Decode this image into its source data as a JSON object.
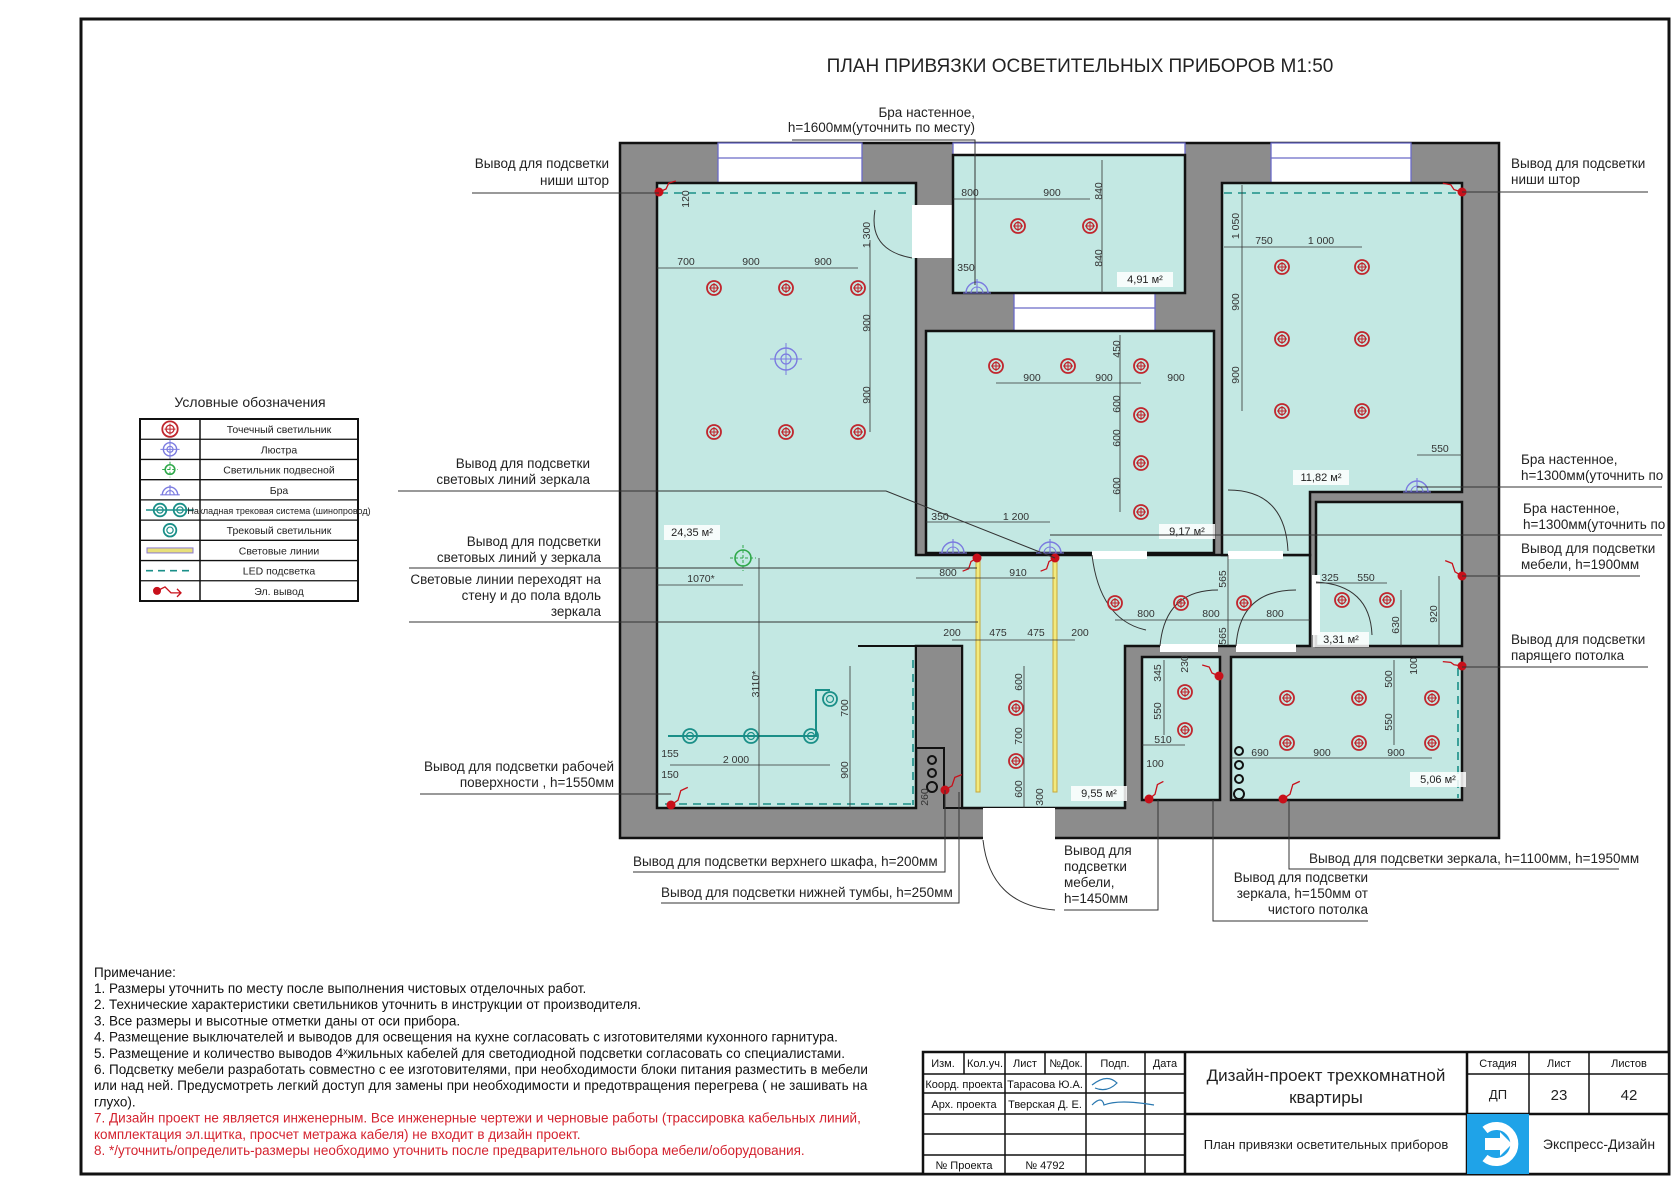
{
  "title": "ПЛАН ПРИВЯЗКИ ОСВЕТИТЕЛЬНЫХ ПРИБОРОВ М1:50",
  "colors": {
    "room": "#c3e8e3",
    "wall": "#8c8c8c",
    "spot": "#c0262d",
    "chandelier": "#7b7be0",
    "pendant": "#2fa84a",
    "track": "#1a8f88",
    "light_line": "#e8e07a",
    "outlet": "#c8101a",
    "logo": "#1fa3e8",
    "note_red": "#d4232f"
  },
  "legend": {
    "title": "Условные обозначения",
    "items": [
      {
        "icon": "spotlight-icon",
        "label": "Точечный светильник"
      },
      {
        "icon": "chandelier-icon",
        "label": "Люстра"
      },
      {
        "icon": "pendant-lamp-icon",
        "label": "Светильник подвесной"
      },
      {
        "icon": "wall-sconce-icon",
        "label": "Бра"
      },
      {
        "icon": "track-system-icon",
        "label": "Накладная трековая система (шинопровод)"
      },
      {
        "icon": "track-light-icon",
        "label": "Трековый светильник"
      },
      {
        "icon": "light-line-icon",
        "label": "Световые линии"
      },
      {
        "icon": "led-strip-icon",
        "label": "LED подсветка"
      },
      {
        "icon": "electric-outlet-icon",
        "label": "Эл. вывод"
      }
    ]
  },
  "callouts": [
    {
      "lines": [
        "Вывод для подсветки",
        "ниши штор"
      ]
    },
    {
      "lines": [
        "Бра настенное,",
        "h=1600мм(уточнить по месту)"
      ]
    },
    {
      "lines": [
        "Вывод для подсветки",
        "ниши штор"
      ]
    },
    {
      "lines": [
        "Бра настенное,",
        "h=1300мм(уточнить по"
      ]
    },
    {
      "lines": [
        "Бра настенное,",
        "h=1300мм(уточнить по"
      ]
    },
    {
      "lines": [
        "Вывод для подсветки",
        "мебели, h=1900мм"
      ]
    },
    {
      "lines": [
        "Вывод для подсветки",
        "парящего потолка"
      ]
    },
    {
      "lines": [
        "Вывод для подсветки",
        "световых линий зеркала"
      ]
    },
    {
      "lines": [
        "Вывод для подсветки",
        "световых линий у зеркала"
      ]
    },
    {
      "lines": [
        "Световые линии переходят на",
        "стену и до пола вдоль",
        "зеркала"
      ]
    },
    {
      "lines": [
        "Вывод для подсветки рабочей",
        "поверхности , h=1550мм"
      ]
    },
    {
      "lines": [
        "Вывод для подсветки верхнего шкафа, h=200мм"
      ]
    },
    {
      "lines": [
        "Вывод для подсветки нижней тумбы, h=250мм"
      ]
    },
    {
      "lines": [
        "Вывод для",
        "подсветки",
        "мебели,",
        "h=1450мм"
      ]
    },
    {
      "lines": [
        "Вывод для подсветки",
        "зеркала, h=150мм от",
        "чистого потолка"
      ]
    },
    {
      "lines": [
        "Вывод для подсветки зеркала, h=1100мм, h=1950мм"
      ]
    }
  ],
  "dims": [
    "120",
    "1 300",
    "700",
    "900",
    "900",
    "900",
    "900",
    "1070*",
    "3110*",
    "155",
    "150",
    "2 000",
    "700",
    "900",
    "800",
    "900",
    "840",
    "840",
    "350",
    "450",
    "900",
    "900",
    "900",
    "600",
    "600",
    "600",
    "350",
    "1 200",
    "1 050",
    "750",
    "1 000",
    "900",
    "900",
    "550",
    "800",
    "910",
    "200",
    "475",
    "475",
    "200",
    "800",
    "800",
    "800",
    "565",
    "565",
    "600",
    "700",
    "600",
    "300",
    "260",
    "325",
    "550",
    "630",
    "920",
    "345",
    "230",
    "550",
    "510",
    "100",
    "100",
    "500",
    "550",
    "690",
    "900",
    "900"
  ],
  "areas": [
    "24,35 м²",
    "4,91 м²",
    "9,17 м²",
    "11,82 м²",
    "9,55 м²",
    "3,31 м²",
    "5,06 м²"
  ],
  "notes": {
    "heading": "Примечание:",
    "lines": [
      "1. Размеры уточнить по месту после выполнения чистовых отделочных работ.",
      "2. Технические характеристики светильников уточнить в инструкции от производителя.",
      "3. Все размеры и высотные отметки даны от оси прибора.",
      "4. Размещение выключателей и выводов для освещения на кухне согласовать с изготовителями кухонного гарнитура.",
      "5. Размещение и количество выводов 4ˣжильных кабелей для светодиодной подсветки согласовать со специалистами.",
      "6. Подсветку мебели разработать совместно с ее изготовителями, при необходимости блоки питания разместить в мебели",
      "или над ней. Предусмотреть легкий доступ для замены при необходимости и предотвращения перегрева ( не зашивать на",
      "глухо).",
      "7. Дизайн проект не является инженерным. Все инженерные чертежи и черновые работы (трассировка кабельных линий,",
      "комплектация эл.щитка, просчет метража кабеля) не входит в дизайн проект.",
      "8. */уточнить/определить-размеры необходимо уточнить после предварительного выбора мебели/оборудования."
    ]
  },
  "title_block": {
    "headers": [
      "Изм.",
      "Кол.уч.",
      "Лист",
      "№Док.",
      "Подп.",
      "Дата"
    ],
    "rows": [
      {
        "role": "Коорд. проекта",
        "name": "Тарасова Ю.А."
      },
      {
        "role": "Арх. проекта",
        "name": "Тверская Д. Е."
      }
    ],
    "project_label": "№ Проекта",
    "project_number": "№ 4792",
    "project_title": [
      "Дизайн-проект трехкомнатной",
      "квартиры"
    ],
    "sheet_title": "План привязки осветительных приборов",
    "stage_label": "Стадия",
    "sheet_label": "Лист",
    "sheets_label": "Листов",
    "stage": "ДП",
    "sheet": "23",
    "sheets": "42",
    "company": "Экспресс-Дизайн"
  }
}
